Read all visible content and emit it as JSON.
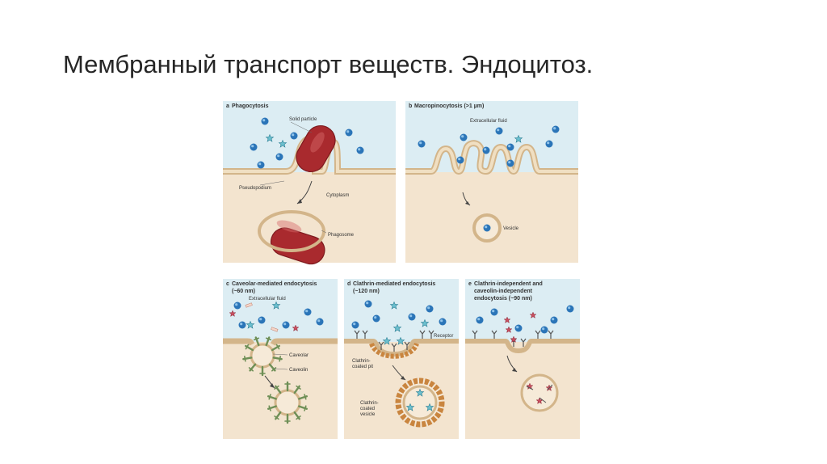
{
  "slide": {
    "title": "Мембранный транспорт веществ. Эндоцитоз."
  },
  "panels": {
    "a": {
      "letter": "a",
      "title": "Phagocytosis",
      "labels": {
        "solid_particle": "Solid particle",
        "pseudopodium": "Pseudopodium",
        "cytoplasm": "Cytoplasm",
        "phagosome": "Phagosome"
      }
    },
    "b": {
      "letter": "b",
      "title": "Macropinocytosis (>1 µm)",
      "labels": {
        "extracellular_fluid": "Extracellular fluid",
        "vesicle": "Vesicle"
      }
    },
    "c": {
      "letter": "c",
      "title_line1": "Caveolar-mediated endocytosis",
      "title_line2": "(~60 nm)",
      "labels": {
        "extracellular_fluid": "Extracellular fluid",
        "caveolar": "Caveolar",
        "caveolin": "Caveolin"
      }
    },
    "d": {
      "letter": "d",
      "title_line1": "Clathrin-mediated endocytosis",
      "title_line2": "(~120 nm)",
      "labels": {
        "receptor": "Receptor",
        "coated_pit_1": "Clathrin-",
        "coated_pit_2": "coated pit",
        "coated_vesicle_1": "Clathrin-",
        "coated_vesicle_2": "coated",
        "coated_vesicle_3": "vesicle"
      }
    },
    "e": {
      "letter": "e",
      "title_line1": "Clathrin-independent and",
      "title_line2": "caveolin-independent",
      "title_line3": "endocytosis (~90 nm)"
    }
  },
  "colors": {
    "extracellular": "#dcedf3",
    "cytoplasm": "#f3e4cf",
    "membrane": "#d8b98e",
    "particle": "#b3262c",
    "molecule": "#2b75b8",
    "star": "#4fa3b8",
    "caveolin": "#6e8f56",
    "clathrin": "#c9853f"
  }
}
